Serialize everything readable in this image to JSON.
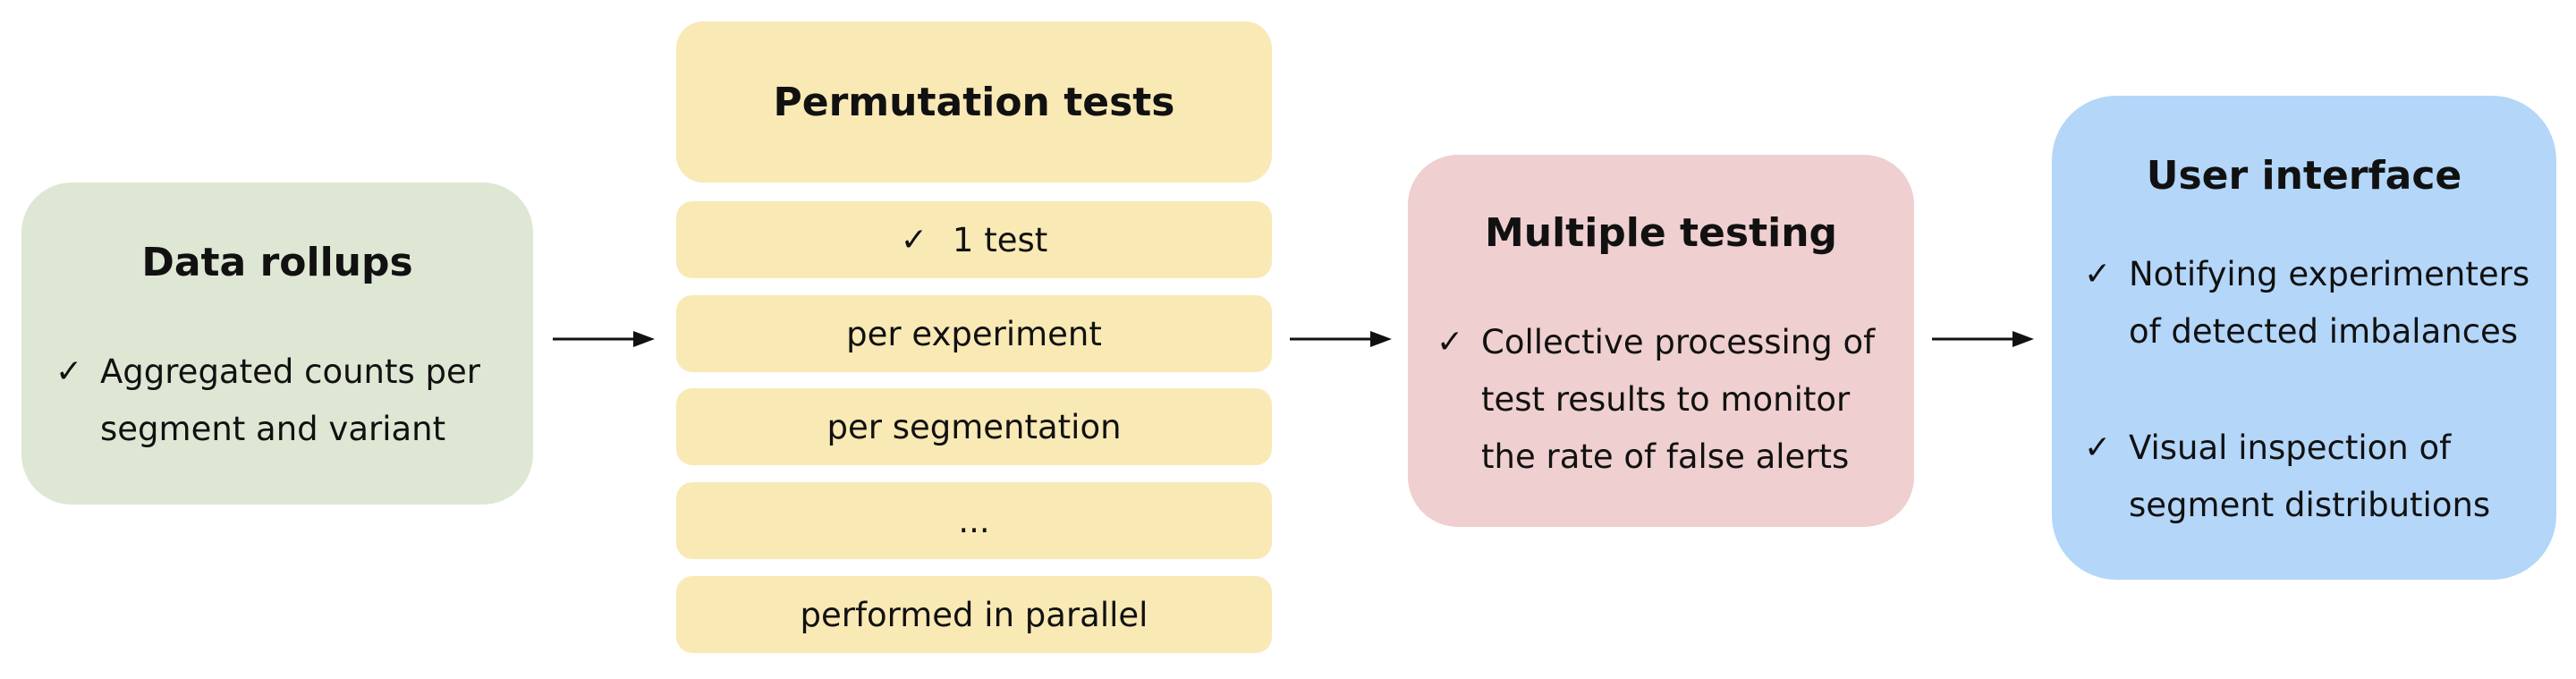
{
  "data_rollups": {
    "title": "Data rollups",
    "bullets": [
      "Aggregated counts per\nsegment and variant"
    ]
  },
  "permutation_tests": {
    "title": "Permutation tests",
    "rows": [
      {
        "text": "1 test",
        "checked": true
      },
      {
        "text": "per experiment",
        "checked": false
      },
      {
        "text": "per segmentation",
        "checked": false
      },
      {
        "text": "...",
        "checked": false
      },
      {
        "text": "performed in parallel",
        "checked": false
      }
    ]
  },
  "multiple_testing": {
    "title": "Multiple testing",
    "bullets": [
      "Collective processing of\ntest results to monitor\nthe rate of false alerts"
    ]
  },
  "user_interface": {
    "title": "User interface",
    "bullets": [
      "Notifying experimenters\nof detected imbalances",
      "Visual inspection of\nsegment distributions"
    ]
  },
  "check_symbol": "✓",
  "colors": {
    "green": "#dee7d4",
    "yellow": "#f9e9b5",
    "pink": "#efcfcf",
    "blue": "#b3d6f9"
  }
}
